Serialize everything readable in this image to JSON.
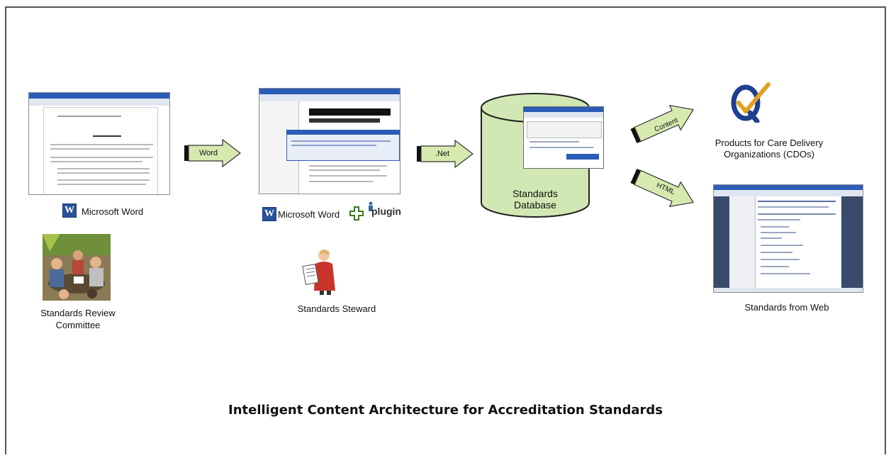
{
  "diagram": {
    "caption": "Intelligent Content Architecture for Accreditation Standards",
    "nodes": {
      "word_doc": {
        "label": "Microsoft Word"
      },
      "word_plugin": {
        "label": "Microsoft Word",
        "plugin": "plugin"
      },
      "committee": {
        "label_line1": "Standards Review",
        "label_line2": "Committee"
      },
      "steward": {
        "label": "Standards Steward"
      },
      "database": {
        "label_line1": "Standards",
        "label_line2": "Database"
      },
      "products": {
        "label_line1": "Products for Care Delivery",
        "label_line2": "Organizations (CDOs)"
      },
      "web": {
        "label": "Standards from Web"
      }
    },
    "arrows": {
      "word": "Word",
      "net": ".Net",
      "content": "Content",
      "html": "HTML"
    },
    "colors": {
      "arrow_fill": "#d6eab0",
      "db_fill": "#d2e8b4",
      "word_blue": "#2a5298",
      "logo_q": "#1f3f8f",
      "logo_check": "#e2a322"
    }
  }
}
